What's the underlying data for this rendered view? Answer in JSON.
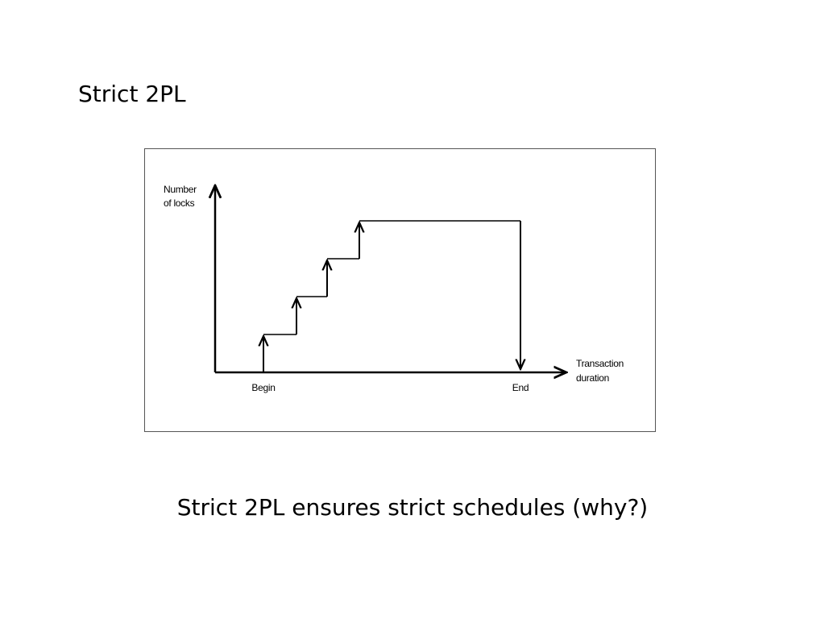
{
  "slide": {
    "title": "Strict 2PL",
    "caption": "Strict 2PL ensures strict schedules (why?)"
  },
  "diagram": {
    "y_axis_label_line1": "Number",
    "y_axis_label_line2": "of locks",
    "x_axis_label_line1": "Transaction",
    "x_axis_label_line2": "duration",
    "begin_label": "Begin",
    "end_label": "End",
    "line_color": "#000000",
    "frame_color": "#555555"
  }
}
